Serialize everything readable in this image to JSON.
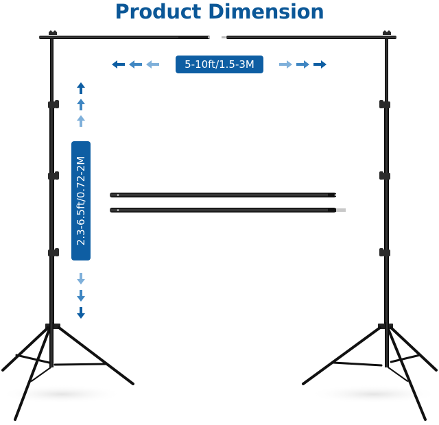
{
  "title": "Product Dimension",
  "width_label": "5-10ft/1.5-3M",
  "height_label": "2.3-6.5ft/0.72-2M",
  "colors": {
    "title": "#0b5797",
    "badge": "#0e5ea3",
    "arrow_dark": "#0e5ea3",
    "arrow_mid": "#3f86c2",
    "arrow_light": "#7fb0da",
    "metal": "#1a1a1a"
  },
  "icons": {
    "left_arrows": "arrow-left-icon",
    "right_arrows": "arrow-right-icon",
    "up_arrows": "arrow-up-icon",
    "down_arrows": "arrow-down-icon"
  }
}
